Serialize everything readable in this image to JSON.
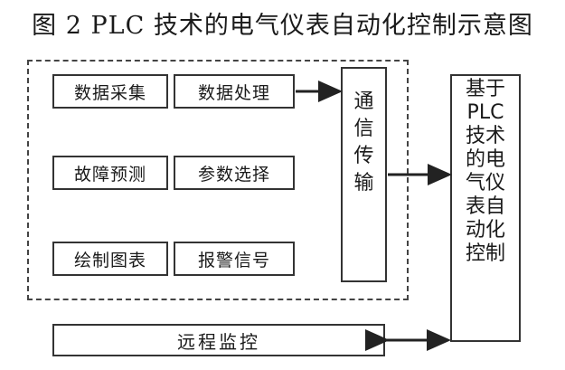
{
  "title": "图 2 PLC 技术的电气仪表自动化控制示意图",
  "modules": {
    "data_collection": "数据采集",
    "data_processing": "数据处理",
    "fault_prediction": "故障预测",
    "parameter_selection": "参数选择",
    "chart_drawing": "绘制图表",
    "alarm_signal": "报警信号",
    "remote_monitoring": "远程监控"
  },
  "communication": [
    "通",
    "信",
    "传",
    "输"
  ],
  "result": [
    "基于",
    "PLC",
    "技术",
    "的电",
    "气仪",
    "表自",
    "动化",
    "控制"
  ]
}
